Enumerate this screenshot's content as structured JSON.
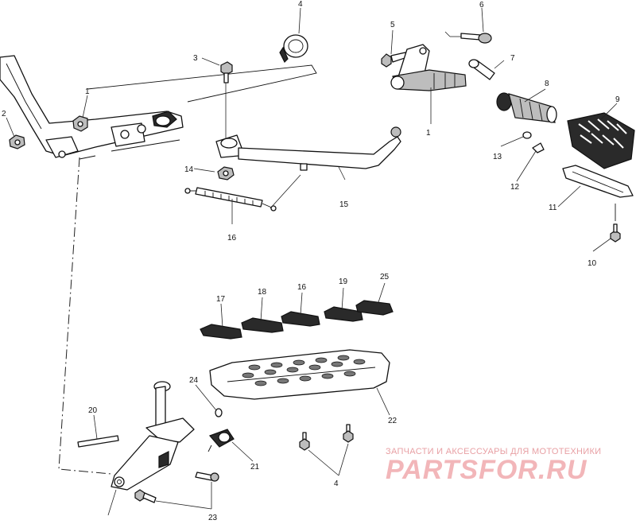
{
  "diagram": {
    "callouts": [
      "1",
      "2",
      "3",
      "4",
      "5",
      "6",
      "7",
      "8",
      "9",
      "10",
      "11",
      "12",
      "13",
      "1",
      "14",
      "15",
      "16",
      "17",
      "18",
      "16",
      "19",
      "25",
      "24",
      "20",
      "22",
      "21",
      "4",
      "23"
    ]
  },
  "watermark": {
    "caption": "ЗАПЧАСТИ И АКСЕССУАРЫ ДЛЯ МОТОТЕХНИКИ",
    "logo": "PARTSFOR.RU"
  },
  "colors": {
    "ink": "#111111",
    "watermark": "#f2b6b9"
  }
}
